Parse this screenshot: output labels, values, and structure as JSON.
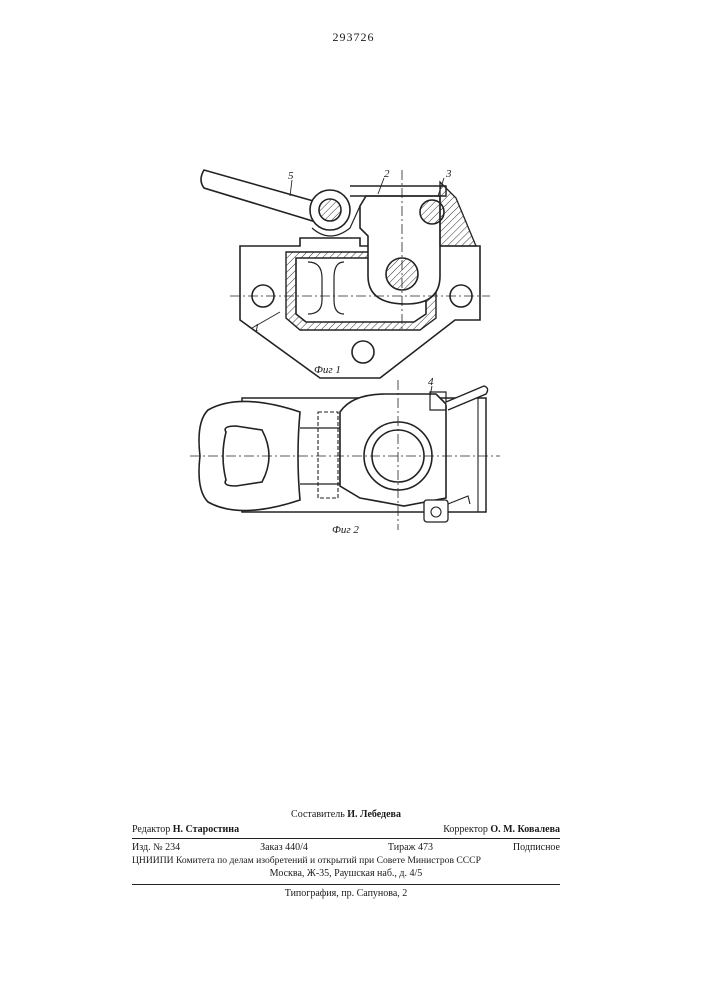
{
  "patent_number": "293726",
  "figures": {
    "fig1_caption": "Фиг 1",
    "fig2_caption": "Фиг 2",
    "labels": [
      "1",
      "2",
      "3",
      "4",
      "5"
    ]
  },
  "footer": {
    "compiler_label": "Составитель",
    "compiler_name": "И. Лебедева",
    "editor_label": "Редактор",
    "editor_name": "Н. Старостина",
    "corrector_label": "Корректор",
    "corrector_name": "О. М. Ковалева",
    "izd": "Изд. № 234",
    "zakaz": "Заказ 440/4",
    "tirazh": "Тираж 473",
    "podpisnoe": "Подписное",
    "org_line": "ЦНИИПИ Комитета по делам изобретений и открытий при Совете Министров СССР",
    "address": "Москва, Ж-35, Раушская наб., д. 4/5",
    "printer": "Типография, пр. Сапунова, 2"
  }
}
